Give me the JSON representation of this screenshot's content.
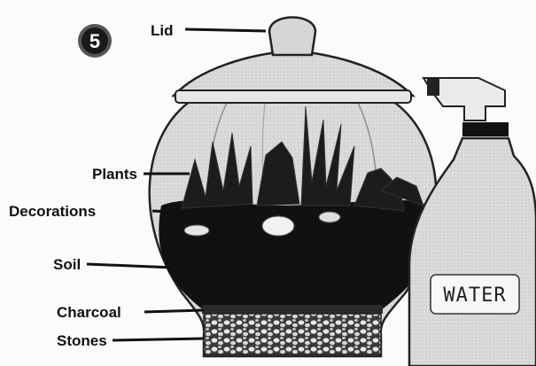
{
  "step": {
    "number": "5"
  },
  "labels": {
    "lid": "Lid",
    "plants": "Plants",
    "decorations": "Decorations",
    "soil": "Soil",
    "charcoal": "Charcoal",
    "stones": "Stones"
  },
  "bottle": {
    "text": "WATER"
  },
  "icons": [
    "step-badge-icon",
    "terrarium-jar-icon",
    "spray-bottle-icon"
  ]
}
